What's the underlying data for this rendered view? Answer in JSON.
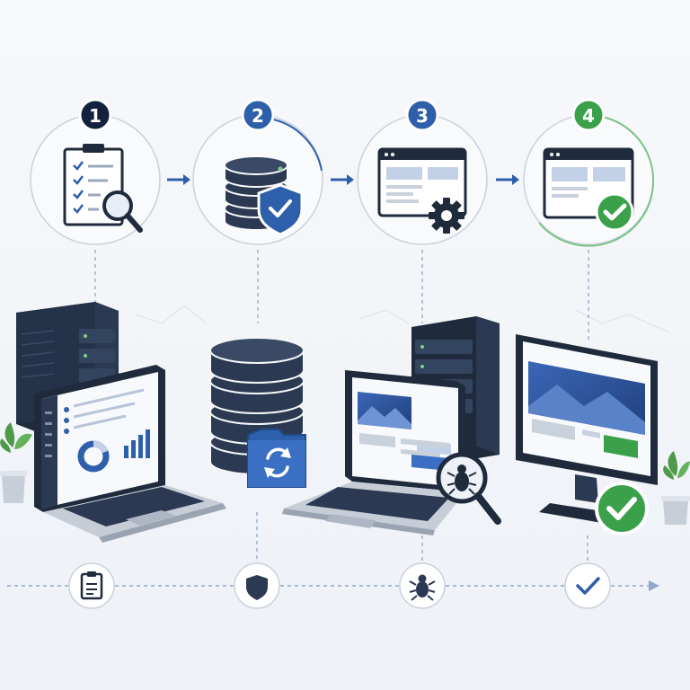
{
  "steps": [
    {
      "label": "1",
      "color": "#14213d",
      "icon": "checklist-search-icon"
    },
    {
      "label": "2",
      "color": "#2e5faa",
      "icon": "database-shield-icon"
    },
    {
      "label": "3",
      "color": "#2e5faa",
      "icon": "browser-gear-icon"
    },
    {
      "label": "4",
      "color": "#3aa04a",
      "icon": "browser-check-icon"
    }
  ],
  "bottom_icons": [
    "clipboard-icon",
    "shield-icon",
    "bug-icon",
    "check-icon"
  ],
  "colors": {
    "navy": "#1f2b3d",
    "blue": "#2e5faa",
    "green": "#3aa04a",
    "ring": "#c9d1dd",
    "background": "#f4f6fa"
  }
}
